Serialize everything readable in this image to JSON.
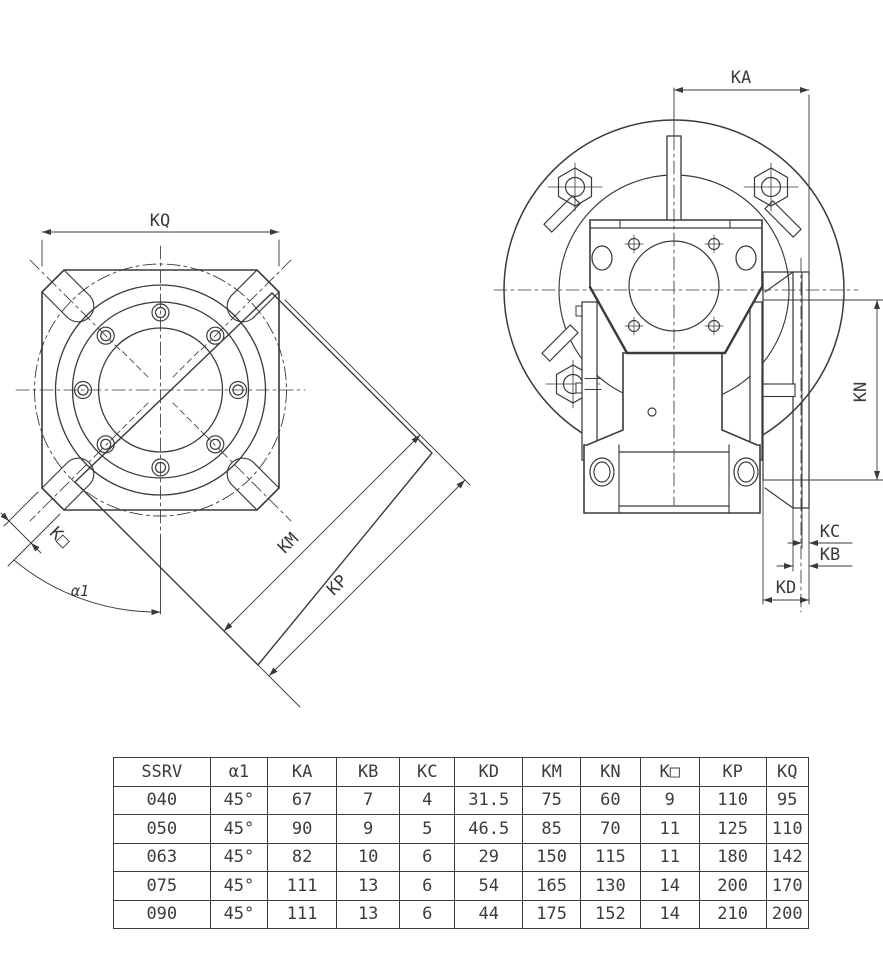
{
  "colors": {
    "line": "#3a3a3a",
    "text": "#3c3c3c",
    "background": "#ffffff"
  },
  "drawing": {
    "left_view": {
      "labels": {
        "kq": "KQ",
        "km": "KM",
        "kp": "KP",
        "k_slot": "K□",
        "alpha1": "α1"
      }
    },
    "right_view": {
      "labels": {
        "ka": "KA",
        "kn": "KN",
        "kc": "KC",
        "kb": "KB",
        "kd": "KD"
      }
    }
  },
  "table": {
    "headers": [
      "SSRV",
      "α1",
      "KA",
      "KB",
      "KC",
      "KD",
      "KM",
      "KN",
      "K□",
      "KP",
      "KQ"
    ],
    "rows": [
      [
        "040",
        "45°",
        "67",
        "7",
        "4",
        "31.5",
        "75",
        "60",
        "9",
        "110",
        "95"
      ],
      [
        "050",
        "45°",
        "90",
        "9",
        "5",
        "46.5",
        "85",
        "70",
        "11",
        "125",
        "110"
      ],
      [
        "063",
        "45°",
        "82",
        "10",
        "6",
        "29",
        "150",
        "115",
        "11",
        "180",
        "142"
      ],
      [
        "075",
        "45°",
        "111",
        "13",
        "6",
        "54",
        "165",
        "130",
        "14",
        "200",
        "170"
      ],
      [
        "090",
        "45°",
        "111",
        "13",
        "6",
        "44",
        "175",
        "152",
        "14",
        "210",
        "200"
      ]
    ]
  }
}
